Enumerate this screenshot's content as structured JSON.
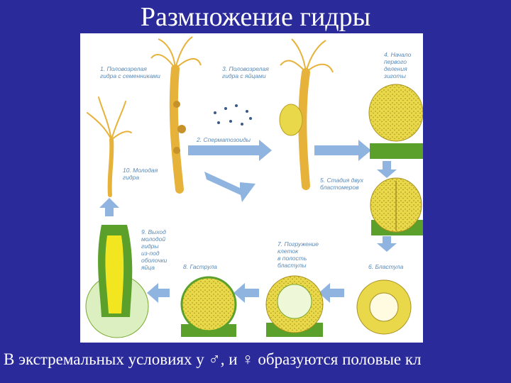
{
  "slide": {
    "title": "Размножение гидры",
    "caption": "В экстремальных условиях у ♂, и ♀ образуются половые кл"
  },
  "figure": {
    "labels": [
      [
        "1. Половозрелая",
        "гидра с семенниками"
      ],
      [
        "2. Сперматозоиды"
      ],
      [
        "3. Половозрелая",
        "гидра с яйцами"
      ],
      [
        "4. Начало",
        "первого",
        "деления",
        "зиготы"
      ],
      [
        "5. Стадия двух",
        "бластомеров"
      ],
      [
        "6. Бластула"
      ],
      [
        "7. Погружение",
        "клеток",
        "в полость",
        "бластулы"
      ],
      [
        "8. Гаструла"
      ],
      [
        "9. Выход",
        "молодой",
        "гидры",
        "из-под",
        "оболочки",
        "яйца"
      ],
      [
        "10. Молодая",
        "гидра"
      ]
    ],
    "colors": {
      "arrow": "#8fb4e0",
      "hydra_body": "#e6b23a",
      "egg": "#e8d84a",
      "green_layer": "#5aa02a",
      "label": "#5a8ab8"
    }
  }
}
